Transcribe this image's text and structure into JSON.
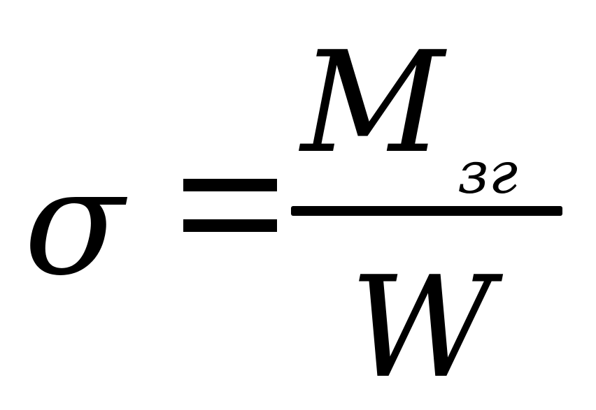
{
  "formula": {
    "lhs": "σ",
    "numerator": "M",
    "numerator_subscript": "зг",
    "denominator": "W"
  },
  "colors": {
    "text": "#000000",
    "background": "#ffffff"
  }
}
